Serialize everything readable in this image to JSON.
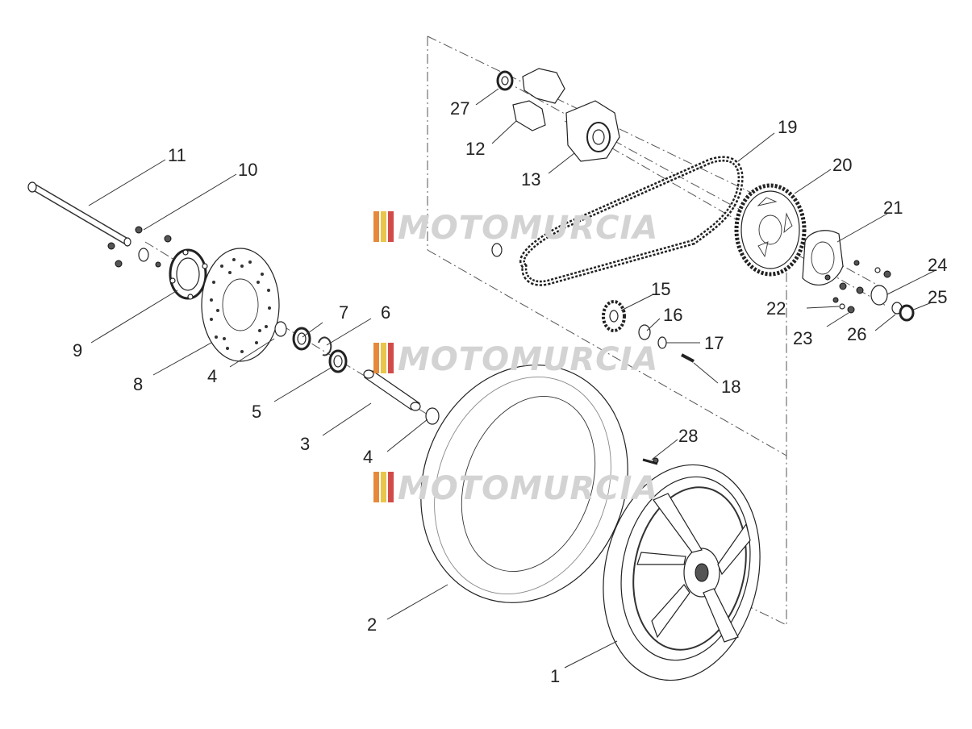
{
  "watermark": {
    "text": "MOTOMURCIA",
    "bar_colors": [
      "#e58a3a",
      "#e9c64b",
      "#d24b4b"
    ]
  },
  "callouts": [
    "1",
    "2",
    "3",
    "4",
    "4",
    "5",
    "6",
    "7",
    "8",
    "9",
    "10",
    "11",
    "12",
    "13",
    "15",
    "16",
    "17",
    "18",
    "19",
    "20",
    "21",
    "22",
    "23",
    "24",
    "25",
    "26",
    "27",
    "28"
  ]
}
